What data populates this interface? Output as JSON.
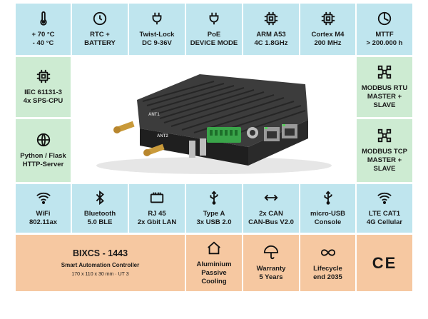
{
  "top_row": [
    {
      "icon": "thermometer-icon",
      "label": "+ 70 °C\n- 40 °C"
    },
    {
      "icon": "clock-icon",
      "label": "RTC +\nBATTERY"
    },
    {
      "icon": "plug-icon",
      "label": "Twist-Lock\nDC 9-36V"
    },
    {
      "icon": "plug-icon",
      "label": "PoE\nDEVICE MODE"
    },
    {
      "icon": "chip-icon",
      "label": "ARM A53\n4C 1.8GHz"
    },
    {
      "icon": "chip-icon",
      "label": "Cortex M4\n200 MHz"
    },
    {
      "icon": "timer-icon",
      "label": "MTTF\n> 200.000 h"
    }
  ],
  "left_column": [
    {
      "icon": "chip-icon",
      "label": "IEC 61131-3\n4x SPS-CPU"
    },
    {
      "icon": "globe-icon",
      "label": "Python / Flask\nHTTP-Server"
    }
  ],
  "right_column": [
    {
      "icon": "network-icon",
      "label": "MODBUS RTU\nMASTER +\nSLAVE"
    },
    {
      "icon": "network-icon",
      "label": "MODBUS TCP\nMASTER +\nSLAVE"
    }
  ],
  "connectivity_row": [
    {
      "icon": "wifi-icon",
      "label": "WiFi\n802.11ax"
    },
    {
      "icon": "bluetooth-icon",
      "label": "Bluetooth\n5.0 BLE"
    },
    {
      "icon": "ethernet-icon",
      "label": "RJ 45\n2x Gbit LAN"
    },
    {
      "icon": "usb-icon",
      "label": "Type A\n3x USB 2.0"
    },
    {
      "icon": "arrows-icon",
      "label": "2x CAN\nCAN-Bus V2.0"
    },
    {
      "icon": "usb-icon",
      "label": "micro-USB\nConsole"
    },
    {
      "icon": "wifi-icon",
      "label": "LTE CAT1\n4G Cellular"
    }
  ],
  "product": {
    "title": "BIXCS - 1443",
    "subtitle": "Smart Automation Controller",
    "dimensions": "170 x 110 x 30 mm · UT 3"
  },
  "bottom_row": [
    {
      "icon": "house-icon",
      "label": "Aluminium\nPassive\nCooling"
    },
    {
      "icon": "umbrella-icon",
      "label": "Warranty\n5 Years"
    },
    {
      "icon": "infinity-icon",
      "label": "Lifecycle\nend 2035"
    }
  ],
  "ce_mark": "CE",
  "device_labels": {
    "ant1": "ANT1",
    "ant2": "ANT2"
  },
  "colors": {
    "blue": "#bfe5ee",
    "green": "#cdebd2",
    "orange": "#f6c8a1"
  }
}
